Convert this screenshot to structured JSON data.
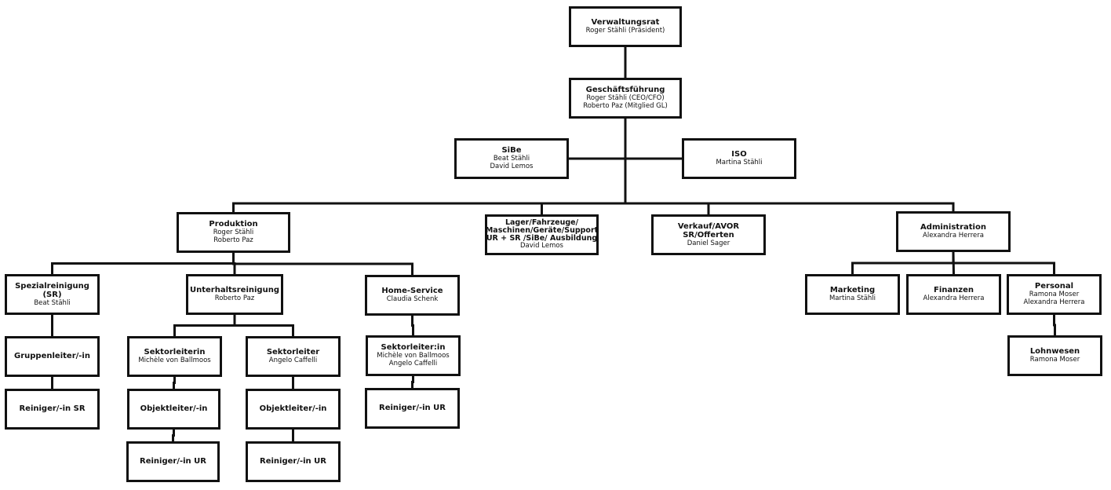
{
  "colors": {
    "line": "#111111",
    "border": "#111111",
    "text": "#111111",
    "background": "#ffffff"
  },
  "nodes": {
    "verwaltungsrat": {
      "title": "Verwaltungsrat",
      "lines": [
        "Roger Stähli (Präsident)"
      ]
    },
    "geschaeftsfuehrung": {
      "title": "Geschäftsführung",
      "lines": [
        "Roger Stähli (CEO/CFO)",
        "Roberto Paz (Mitglied GL)"
      ]
    },
    "sibe": {
      "title": "SiBe",
      "lines": [
        "Beat Stähli",
        "David Lemos"
      ]
    },
    "iso": {
      "title": "ISO",
      "lines": [
        "Martina Stähli"
      ]
    },
    "produktion": {
      "title": "Produktion",
      "lines": [
        "Roger Stähli",
        "Roberto Paz"
      ]
    },
    "lager": {
      "title": "Lager/Fahrzeuge/ Maschinen/Geräte/Support UR + SR /SiBe/ Ausbildung",
      "lines": [
        "David Lemos"
      ]
    },
    "verkauf": {
      "title": "Verkauf/AVOR SR/Offerten",
      "lines": [
        "Daniel Sager"
      ]
    },
    "administration": {
      "title": "Administration",
      "lines": [
        "Alexandra Herrera"
      ]
    },
    "spezialreinigung": {
      "title": "Spezialreinigung (SR)",
      "lines": [
        "Beat Stähli"
      ]
    },
    "unterhaltsreinigung": {
      "title": "Unterhaltsreinigung",
      "lines": [
        "Roberto Paz"
      ]
    },
    "homeservice": {
      "title": "Home-Service",
      "lines": [
        "Claudia Schenk"
      ]
    },
    "gruppenleiter": {
      "title": "Gruppenleiter/-in",
      "lines": []
    },
    "reiniger_sr": {
      "title": "Reiniger/-in SR",
      "lines": []
    },
    "sektorleiterin": {
      "title": "Sektorleiterin",
      "lines": [
        "Michèle von Ballmoos"
      ]
    },
    "sektorleiter": {
      "title": "Sektorleiter",
      "lines": [
        "Angelo Caffelli"
      ]
    },
    "objektleiter_1": {
      "title": "Objektleiter/-in",
      "lines": []
    },
    "objektleiter_2": {
      "title": "Objektleiter/-in",
      "lines": []
    },
    "reiniger_ur_1": {
      "title": "Reiniger/-in UR",
      "lines": []
    },
    "reiniger_ur_2": {
      "title": "Reiniger/-in UR",
      "lines": []
    },
    "sektorleiter_in": {
      "title": "Sektorleiter:in",
      "lines": [
        "Michèle von Ballmoos",
        "Angelo Caffelli"
      ]
    },
    "reiniger_ur_3": {
      "title": "Reiniger/-in UR",
      "lines": []
    },
    "marketing": {
      "title": "Marketing",
      "lines": [
        "Martina Stähli"
      ]
    },
    "finanzen": {
      "title": "Finanzen",
      "lines": [
        "Alexandra Herrera"
      ]
    },
    "personal": {
      "title": "Personal",
      "lines": [
        "Ramona Moser",
        "Alexandra Herrera"
      ]
    },
    "lohnwesen": {
      "title": "Lohnwesen",
      "lines": [
        "Ramona Moser"
      ]
    }
  },
  "edges": [
    [
      "verwaltungsrat",
      "geschaeftsfuehrung"
    ],
    [
      "geschaeftsfuehrung",
      "sibe"
    ],
    [
      "geschaeftsfuehrung",
      "iso"
    ],
    [
      "geschaeftsfuehrung",
      "produktion"
    ],
    [
      "geschaeftsfuehrung",
      "lager"
    ],
    [
      "geschaeftsfuehrung",
      "verkauf"
    ],
    [
      "geschaeftsfuehrung",
      "administration"
    ],
    [
      "produktion",
      "spezialreinigung"
    ],
    [
      "produktion",
      "unterhaltsreinigung"
    ],
    [
      "produktion",
      "homeservice"
    ],
    [
      "spezialreinigung",
      "gruppenleiter"
    ],
    [
      "gruppenleiter",
      "reiniger_sr"
    ],
    [
      "unterhaltsreinigung",
      "sektorleiterin"
    ],
    [
      "unterhaltsreinigung",
      "sektorleiter"
    ],
    [
      "sektorleiterin",
      "objektleiter_1"
    ],
    [
      "objektleiter_1",
      "reiniger_ur_1"
    ],
    [
      "sektorleiter",
      "objektleiter_2"
    ],
    [
      "objektleiter_2",
      "reiniger_ur_2"
    ],
    [
      "homeservice",
      "sektorleiter_in"
    ],
    [
      "sektorleiter_in",
      "reiniger_ur_3"
    ],
    [
      "administration",
      "marketing"
    ],
    [
      "administration",
      "finanzen"
    ],
    [
      "administration",
      "personal"
    ],
    [
      "personal",
      "lohnwesen"
    ]
  ]
}
